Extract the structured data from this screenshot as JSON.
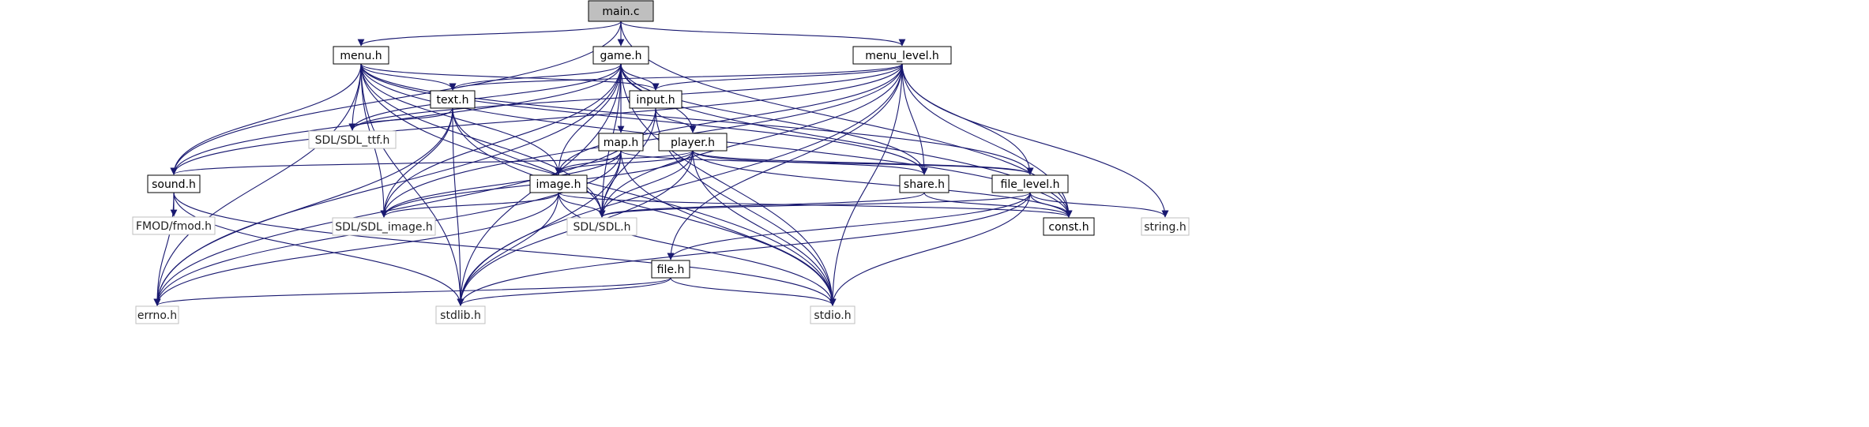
{
  "colors": {
    "edge": "#191970",
    "root_fill": "#bfbfbf",
    "internal_border": "#000000",
    "external_border": "#bfbfbf",
    "background": "#ffffff"
  },
  "nodes": [
    {
      "id": "main_c",
      "label": "main.c",
      "kind": "root"
    },
    {
      "id": "menu_h",
      "label": "menu.h",
      "kind": "internal"
    },
    {
      "id": "game_h",
      "label": "game.h",
      "kind": "internal"
    },
    {
      "id": "menu_level_h",
      "label": "menu_level.h",
      "kind": "internal"
    },
    {
      "id": "text_h",
      "label": "text.h",
      "kind": "internal"
    },
    {
      "id": "input_h",
      "label": "input.h",
      "kind": "internal"
    },
    {
      "id": "sdl_ttf_h",
      "label": "SDL/SDL_ttf.h",
      "kind": "external"
    },
    {
      "id": "map_h",
      "label": "map.h",
      "kind": "internal"
    },
    {
      "id": "player_h",
      "label": "player.h",
      "kind": "internal"
    },
    {
      "id": "sound_h",
      "label": "sound.h",
      "kind": "internal"
    },
    {
      "id": "image_h",
      "label": "image.h",
      "kind": "internal"
    },
    {
      "id": "share_h",
      "label": "share.h",
      "kind": "internal"
    },
    {
      "id": "file_level_h",
      "label": "file_level.h",
      "kind": "internal"
    },
    {
      "id": "fmod_h",
      "label": "FMOD/fmod.h",
      "kind": "external"
    },
    {
      "id": "sdl_image_h",
      "label": "SDL/SDL_image.h",
      "kind": "external"
    },
    {
      "id": "sdl_h",
      "label": "SDL/SDL.h",
      "kind": "external"
    },
    {
      "id": "const_h",
      "label": "const.h",
      "kind": "internal"
    },
    {
      "id": "string_h",
      "label": "string.h",
      "kind": "external"
    },
    {
      "id": "file_h",
      "label": "file.h",
      "kind": "internal"
    },
    {
      "id": "errno_h",
      "label": "errno.h",
      "kind": "external"
    },
    {
      "id": "stdlib_h",
      "label": "stdlib.h",
      "kind": "external"
    },
    {
      "id": "stdio_h",
      "label": "stdio.h",
      "kind": "external"
    }
  ],
  "edges": [
    [
      "main_c",
      "menu_h"
    ],
    [
      "main_c",
      "game_h"
    ],
    [
      "main_c",
      "menu_level_h"
    ],
    [
      "main_c",
      "sound_h"
    ],
    [
      "main_c",
      "const_h"
    ],
    [
      "menu_h",
      "text_h"
    ],
    [
      "menu_h",
      "input_h"
    ],
    [
      "menu_h",
      "sdl_ttf_h"
    ],
    [
      "menu_h",
      "sound_h"
    ],
    [
      "menu_h",
      "image_h"
    ],
    [
      "menu_h",
      "share_h"
    ],
    [
      "menu_h",
      "file_level_h"
    ],
    [
      "menu_h",
      "sdl_image_h"
    ],
    [
      "menu_h",
      "sdl_h"
    ],
    [
      "menu_h",
      "const_h"
    ],
    [
      "menu_h",
      "errno_h"
    ],
    [
      "menu_h",
      "stdlib_h"
    ],
    [
      "menu_h",
      "stdio_h"
    ],
    [
      "game_h",
      "text_h"
    ],
    [
      "game_h",
      "input_h"
    ],
    [
      "game_h",
      "map_h"
    ],
    [
      "game_h",
      "player_h"
    ],
    [
      "game_h",
      "sound_h"
    ],
    [
      "game_h",
      "image_h"
    ],
    [
      "game_h",
      "share_h"
    ],
    [
      "game_h",
      "sdl_ttf_h"
    ],
    [
      "game_h",
      "sdl_image_h"
    ],
    [
      "game_h",
      "sdl_h"
    ],
    [
      "game_h",
      "const_h"
    ],
    [
      "game_h",
      "errno_h"
    ],
    [
      "game_h",
      "stdlib_h"
    ],
    [
      "game_h",
      "stdio_h"
    ],
    [
      "menu_level_h",
      "text_h"
    ],
    [
      "menu_level_h",
      "input_h"
    ],
    [
      "menu_level_h",
      "sound_h"
    ],
    [
      "menu_level_h",
      "image_h"
    ],
    [
      "menu_level_h",
      "share_h"
    ],
    [
      "menu_level_h",
      "file_level_h"
    ],
    [
      "menu_level_h",
      "sdl_ttf_h"
    ],
    [
      "menu_level_h",
      "sdl_image_h"
    ],
    [
      "menu_level_h",
      "sdl_h"
    ],
    [
      "menu_level_h",
      "const_h"
    ],
    [
      "menu_level_h",
      "string_h"
    ],
    [
      "menu_level_h",
      "file_h"
    ],
    [
      "menu_level_h",
      "stdlib_h"
    ],
    [
      "menu_level_h",
      "stdio_h"
    ],
    [
      "text_h",
      "sdl_ttf_h"
    ],
    [
      "text_h",
      "sdl_image_h"
    ],
    [
      "text_h",
      "sdl_h"
    ],
    [
      "text_h",
      "errno_h"
    ],
    [
      "text_h",
      "stdlib_h"
    ],
    [
      "text_h",
      "stdio_h"
    ],
    [
      "input_h",
      "player_h"
    ],
    [
      "input_h",
      "sdl_h"
    ],
    [
      "input_h",
      "errno_h"
    ],
    [
      "input_h",
      "stdio_h"
    ],
    [
      "map_h",
      "image_h"
    ],
    [
      "map_h",
      "file_level_h"
    ],
    [
      "map_h",
      "sdl_image_h"
    ],
    [
      "map_h",
      "sdl_h"
    ],
    [
      "map_h",
      "errno_h"
    ],
    [
      "map_h",
      "stdlib_h"
    ],
    [
      "map_h",
      "stdio_h"
    ],
    [
      "player_h",
      "image_h"
    ],
    [
      "player_h",
      "sound_h"
    ],
    [
      "player_h",
      "share_h"
    ],
    [
      "player_h",
      "file_level_h"
    ],
    [
      "player_h",
      "sdl_image_h"
    ],
    [
      "player_h",
      "sdl_h"
    ],
    [
      "player_h",
      "const_h"
    ],
    [
      "player_h",
      "stdlib_h"
    ],
    [
      "player_h",
      "stdio_h"
    ],
    [
      "sound_h",
      "fmod_h"
    ],
    [
      "sound_h",
      "errno_h"
    ],
    [
      "sound_h",
      "stdlib_h"
    ],
    [
      "sound_h",
      "stdio_h"
    ],
    [
      "image_h",
      "sdl_image_h"
    ],
    [
      "image_h",
      "sdl_h"
    ],
    [
      "image_h",
      "const_h"
    ],
    [
      "image_h",
      "errno_h"
    ],
    [
      "image_h",
      "stdlib_h"
    ],
    [
      "image_h",
      "stdio_h"
    ],
    [
      "share_h",
      "const_h"
    ],
    [
      "share_h",
      "sdl_h"
    ],
    [
      "file_level_h",
      "const_h"
    ],
    [
      "file_level_h",
      "string_h"
    ],
    [
      "file_level_h",
      "file_h"
    ],
    [
      "file_level_h",
      "sdl_h"
    ],
    [
      "file_level_h",
      "stdio_h"
    ],
    [
      "file_level_h",
      "stdlib_h"
    ],
    [
      "file_h",
      "errno_h"
    ],
    [
      "file_h",
      "stdlib_h"
    ],
    [
      "file_h",
      "stdio_h"
    ]
  ]
}
